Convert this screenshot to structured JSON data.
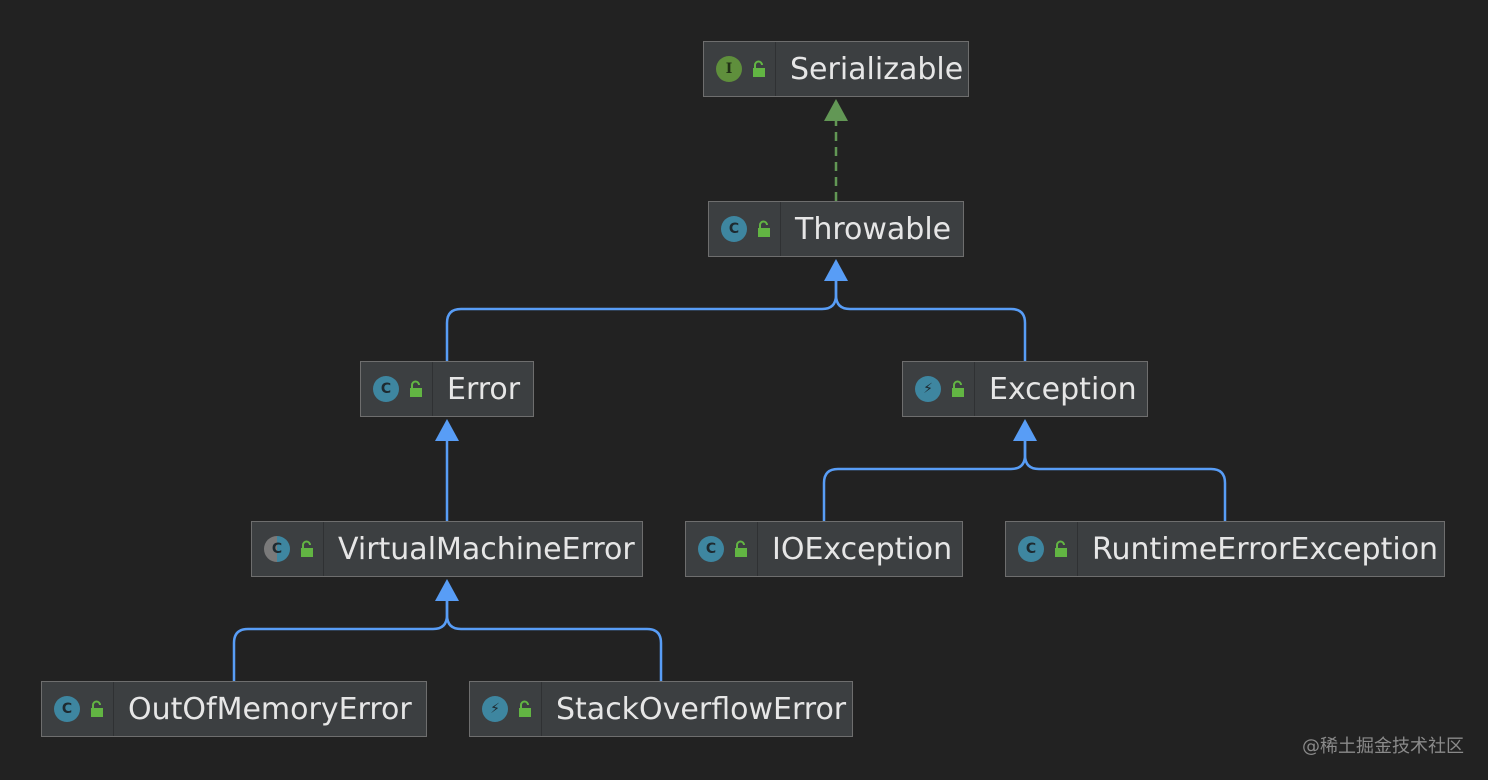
{
  "nodes": {
    "serializable": {
      "label": "Serializable",
      "kind": "interface",
      "kind_glyph": "I"
    },
    "throwable": {
      "label": "Throwable",
      "kind": "class",
      "kind_glyph": "C"
    },
    "error": {
      "label": "Error",
      "kind": "class",
      "kind_glyph": "C"
    },
    "exception": {
      "label": "Exception",
      "kind": "exception",
      "kind_glyph": "⚡"
    },
    "virtual_machine_error": {
      "label": "VirtualMachineError",
      "kind": "abstract",
      "kind_glyph": "C"
    },
    "ioexception": {
      "label": "IOException",
      "kind": "class",
      "kind_glyph": "C"
    },
    "runtime_error_exception": {
      "label": "RuntimeErrorException",
      "kind": "class",
      "kind_glyph": "C"
    },
    "out_of_memory_error": {
      "label": "OutOfMemoryError",
      "kind": "class",
      "kind_glyph": "C"
    },
    "stack_overflow_error": {
      "label": "StackOverflowError",
      "kind": "exception",
      "kind_glyph": "⚡"
    }
  },
  "edges": [
    {
      "from": "throwable",
      "to": "serializable",
      "type": "implements"
    },
    {
      "from": "error",
      "to": "throwable",
      "type": "extends"
    },
    {
      "from": "exception",
      "to": "throwable",
      "type": "extends"
    },
    {
      "from": "virtual_machine_error",
      "to": "error",
      "type": "extends"
    },
    {
      "from": "ioexception",
      "to": "exception",
      "type": "extends"
    },
    {
      "from": "runtime_error_exception",
      "to": "exception",
      "type": "extends"
    },
    {
      "from": "out_of_memory_error",
      "to": "virtual_machine_error",
      "type": "extends"
    },
    {
      "from": "stack_overflow_error",
      "to": "virtual_machine_error",
      "type": "extends"
    }
  ],
  "colors": {
    "extends_edge": "#589df6",
    "implements_edge": "#629755",
    "lock_icon": "#62b543"
  },
  "watermark": "@稀土掘金技术社区"
}
